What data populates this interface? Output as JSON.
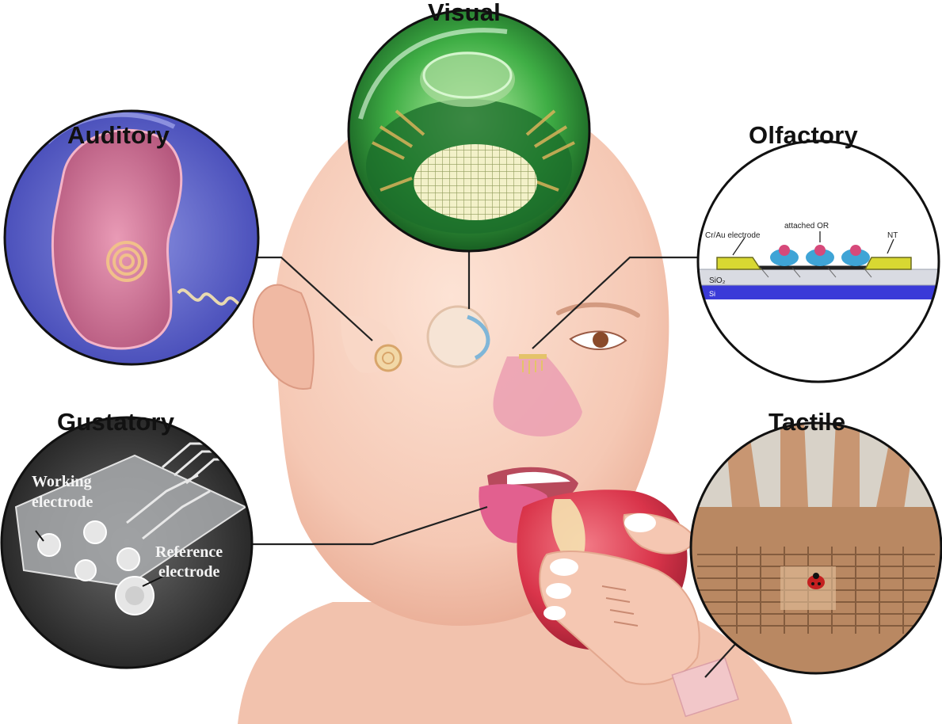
{
  "titles": {
    "visual": "Visual",
    "auditory": "Auditory",
    "olfactory": "Olfactory",
    "gustatory": "Gustatory",
    "tactile": "Tactile"
  },
  "olfactory_labels": {
    "electrode": "Cr/Au electrode",
    "receptor": "attached OR",
    "nanotube": "NT",
    "oxide_layer": "SiO₂",
    "substrate": "Si"
  },
  "gustatory_labels": {
    "working_line1": "Working",
    "working_line2": "electrode",
    "reference_line1": "Reference",
    "reference_line2": "electrode"
  },
  "colors": {
    "skin": "#f6cfbd",
    "skin_shadow": "#e9ae97",
    "lens_green": "#2f9a3c",
    "ear_pink": "#d9799c",
    "ear_bg": "#5f67c9",
    "substrate_blue": "#3a3ad8",
    "sensor_grey": "#3b3b3b",
    "tactile_brown": "#b98862",
    "apple_red": "#d9344a",
    "connector_line": "#222222"
  }
}
